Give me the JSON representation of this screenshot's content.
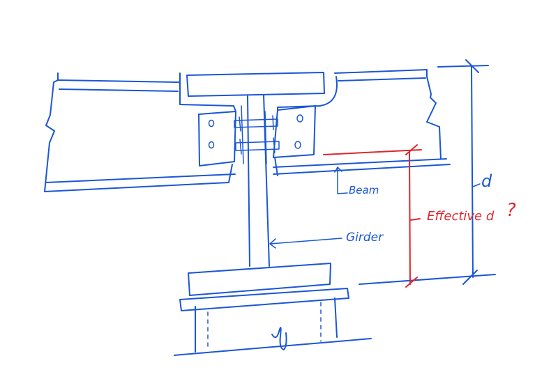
{
  "labels": {
    "beam": "Beam",
    "girder": "Girder",
    "d": "d",
    "effective_d": "Effective d",
    "question": "?"
  },
  "colors": {
    "ink_blue": "#1a56d6",
    "ink_red": "#e0262b",
    "background": "#ffffff"
  }
}
